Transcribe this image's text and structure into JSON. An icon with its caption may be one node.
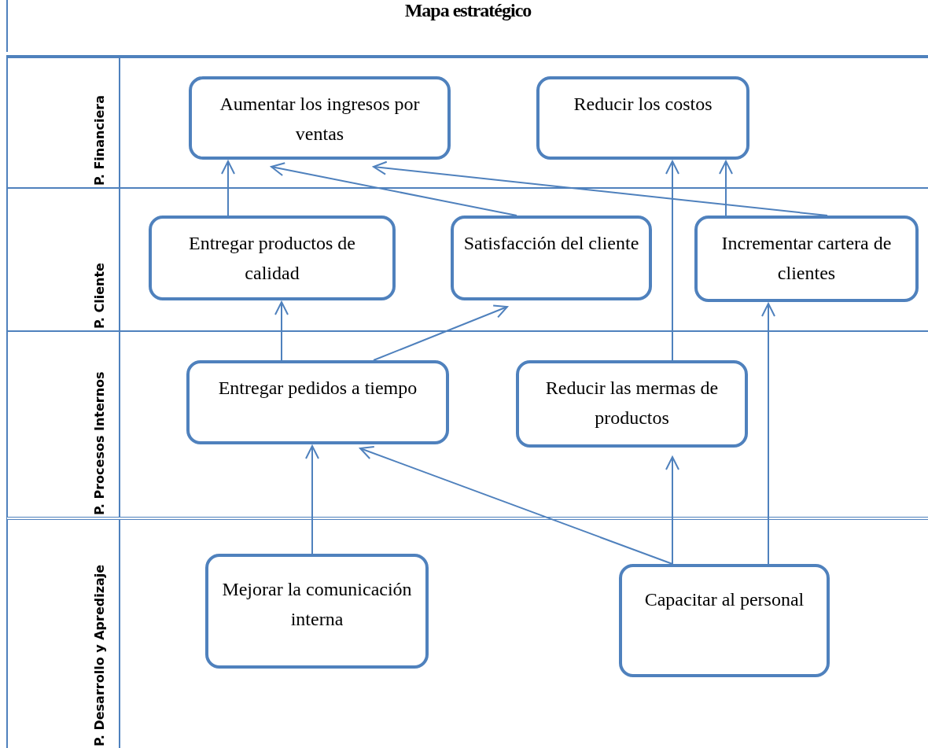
{
  "diagram": {
    "title": "Mapa estratégico",
    "nodes": [
      {
        "text": [
          "P. Financiera"
        ]
      },
      {
        "text": [
          "P. Cliente"
        ]
      },
      {
        "text": [
          "P. Procesos Internos"
        ]
      },
      {
        "text": [
          "P. Desarrollo y Apredizaje"
        ]
      },
      {
        "text": [
          "Aumentar los ingresos por ventas"
        ],
        "in": 0
      },
      {
        "text": [
          "Reducir los costos"
        ],
        "in": 0
      },
      {
        "text": [
          "Entregar productos de calidad"
        ],
        "in": 1
      },
      {
        "text": [
          "Satisfacción del cliente"
        ],
        "in": 1
      },
      {
        "text": [
          "Incrementar cartera de clientes"
        ],
        "in": 1
      },
      {
        "text": [
          "Entregar pedidos a tiempo"
        ],
        "in": 2
      },
      {
        "text": [
          "Reducir las mermas de productos"
        ],
        "in": 2
      },
      {
        "text": [
          "Mejorar la comunicación interna"
        ],
        "in": 3
      },
      {
        "text": [
          "Capacitar al personal"
        ],
        "in": 3
      }
    ],
    "edges": [
      {
        "from": 6,
        "to": 4,
        "arrow": "to"
      },
      {
        "from": 7,
        "to": 4,
        "arrow": "to"
      },
      {
        "from": 8,
        "to": 4,
        "arrow": "to"
      },
      {
        "from": 8,
        "to": 5,
        "arrow": "to"
      },
      {
        "from": 10,
        "to": 5,
        "arrow": "to"
      },
      {
        "from": 9,
        "to": 6,
        "arrow": "to"
      },
      {
        "from": 9,
        "to": 7,
        "arrow": "to"
      },
      {
        "from": 11,
        "to": 9,
        "arrow": "to"
      },
      {
        "from": 12,
        "to": 9,
        "arrow": "to"
      },
      {
        "from": 12,
        "to": 10,
        "arrow": "to"
      },
      {
        "from": 12,
        "to": 8,
        "arrow": "to"
      }
    ]
  }
}
